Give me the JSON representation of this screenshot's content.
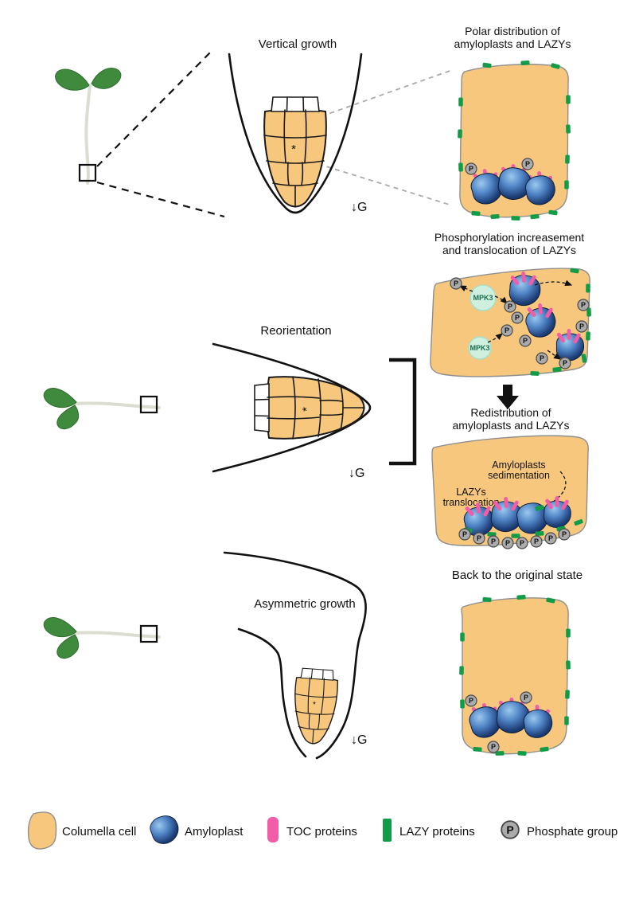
{
  "colors": {
    "columella_fill": "#F6C77D",
    "cell_stroke": "#1a1a1a",
    "membrane_stroke": "#8f8f8f",
    "toc_pink": "#F25CA8",
    "lazy_green": "#129C48",
    "phosphate_fill": "#ABABAB",
    "phosphate_stroke": "#4a4a4a",
    "mpk3_fill": "#CFEFDF",
    "leaf_green": "#3F8A3C",
    "leaf_dark": "#2E6B2D",
    "stem_pale": "#DBDDD0",
    "dashed_gray": "#ABABAB"
  },
  "labels": {
    "vertical_growth": "Vertical growth",
    "reorientation": "Reorientation",
    "asymmetric_growth": "Asymmetric growth",
    "gravity": "↓G",
    "polar_distribution": [
      "Polar distribution of",
      "amyloplasts and LAZYs"
    ],
    "phosphorylation": [
      "Phosphorylation increasement",
      "and translocation of LAZYs"
    ],
    "redistribution": [
      "Redistribution of",
      "amyloplasts and LAZYs"
    ],
    "amyloplasts_sedimentation": [
      "Amyloplasts",
      "sedimentation"
    ],
    "lazys_translocation": [
      "LAZYs",
      "translocation"
    ],
    "back_to_original": "Back to the original state",
    "mpk3": "MPK3",
    "asterisk": "*",
    "phosphate_letter": "P"
  },
  "legend": {
    "items": [
      {
        "name": "columella-cell",
        "label": "Columella cell"
      },
      {
        "name": "amyloplast",
        "label": "Amyloplast"
      },
      {
        "name": "toc-proteins",
        "label": "TOC proteins"
      },
      {
        "name": "lazy-proteins",
        "label": "LAZY proteins"
      },
      {
        "name": "phosphate-group",
        "label": "Phosphate group"
      }
    ]
  }
}
